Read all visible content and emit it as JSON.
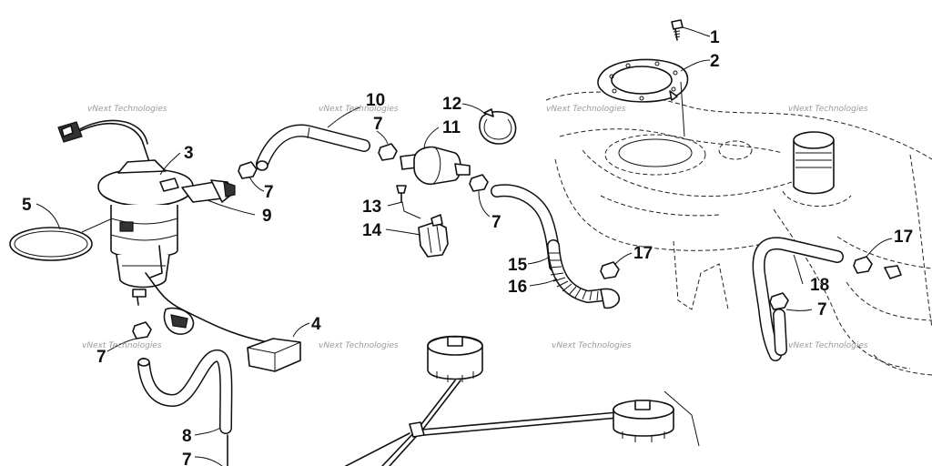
{
  "callouts": [
    {
      "id": "c1",
      "label": "1"
    },
    {
      "id": "c2",
      "label": "2"
    },
    {
      "id": "c3",
      "label": "3"
    },
    {
      "id": "c4",
      "label": "4"
    },
    {
      "id": "c5",
      "label": "5"
    },
    {
      "id": "c7a",
      "label": "7"
    },
    {
      "id": "c7b",
      "label": "7"
    },
    {
      "id": "c7c",
      "label": "7"
    },
    {
      "id": "c7d",
      "label": "7"
    },
    {
      "id": "c7e",
      "label": "7"
    },
    {
      "id": "c7f",
      "label": "7"
    },
    {
      "id": "c8",
      "label": "8"
    },
    {
      "id": "c9",
      "label": "9"
    },
    {
      "id": "c10",
      "label": "10"
    },
    {
      "id": "c11",
      "label": "11"
    },
    {
      "id": "c12",
      "label": "12"
    },
    {
      "id": "c13",
      "label": "13"
    },
    {
      "id": "c14",
      "label": "14"
    },
    {
      "id": "c15",
      "label": "15"
    },
    {
      "id": "c16",
      "label": "16"
    },
    {
      "id": "c17a",
      "label": "17"
    },
    {
      "id": "c17b",
      "label": "17"
    },
    {
      "id": "c18",
      "label": "18"
    }
  ],
  "watermark": {
    "text": "vNext Technologies"
  }
}
